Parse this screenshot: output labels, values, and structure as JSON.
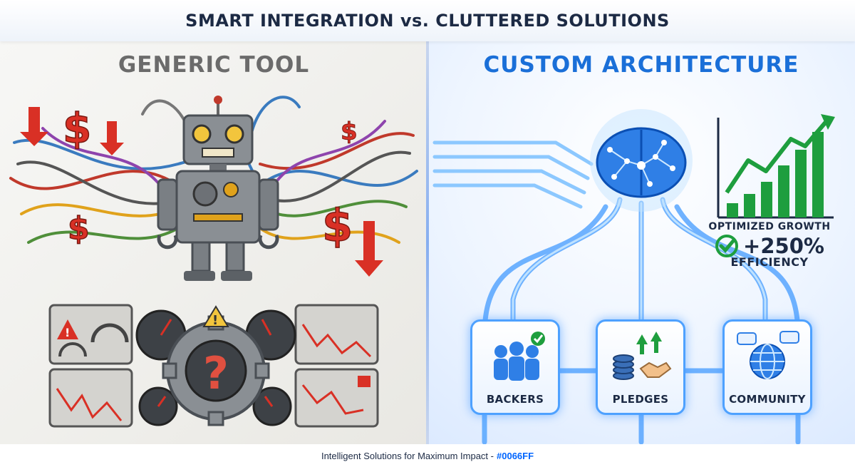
{
  "banner": {
    "title": "SMART INTEGRATION vs. CLUTTERED SOLUTIONS"
  },
  "left": {
    "heading": "GENERIC TOOL",
    "currency_symbol": "$",
    "question_mark": "?",
    "warning_mark": "!"
  },
  "right": {
    "heading": "CUSTOM ARCHITECTURE",
    "growth": {
      "label": "OPTIMIZED GROWTH",
      "value": "+250%",
      "sub": "EFFICIENCY"
    },
    "cards": [
      {
        "label": "BACKERS",
        "icon": "people-icon"
      },
      {
        "label": "PLEDGES",
        "icon": "coins-handshake-icon"
      },
      {
        "label": "COMMUNITY",
        "icon": "globe-chat-icon"
      }
    ]
  },
  "footer": {
    "text": "Intelligent Solutions for Maximum Impact - ",
    "code": "#0066FF"
  },
  "colors": {
    "accent": "#0066FF",
    "heading_blue": "#1a6fd8",
    "heading_gray": "#6b6b6b",
    "alert_red": "#d93025",
    "growth_green": "#1e9e3e"
  }
}
